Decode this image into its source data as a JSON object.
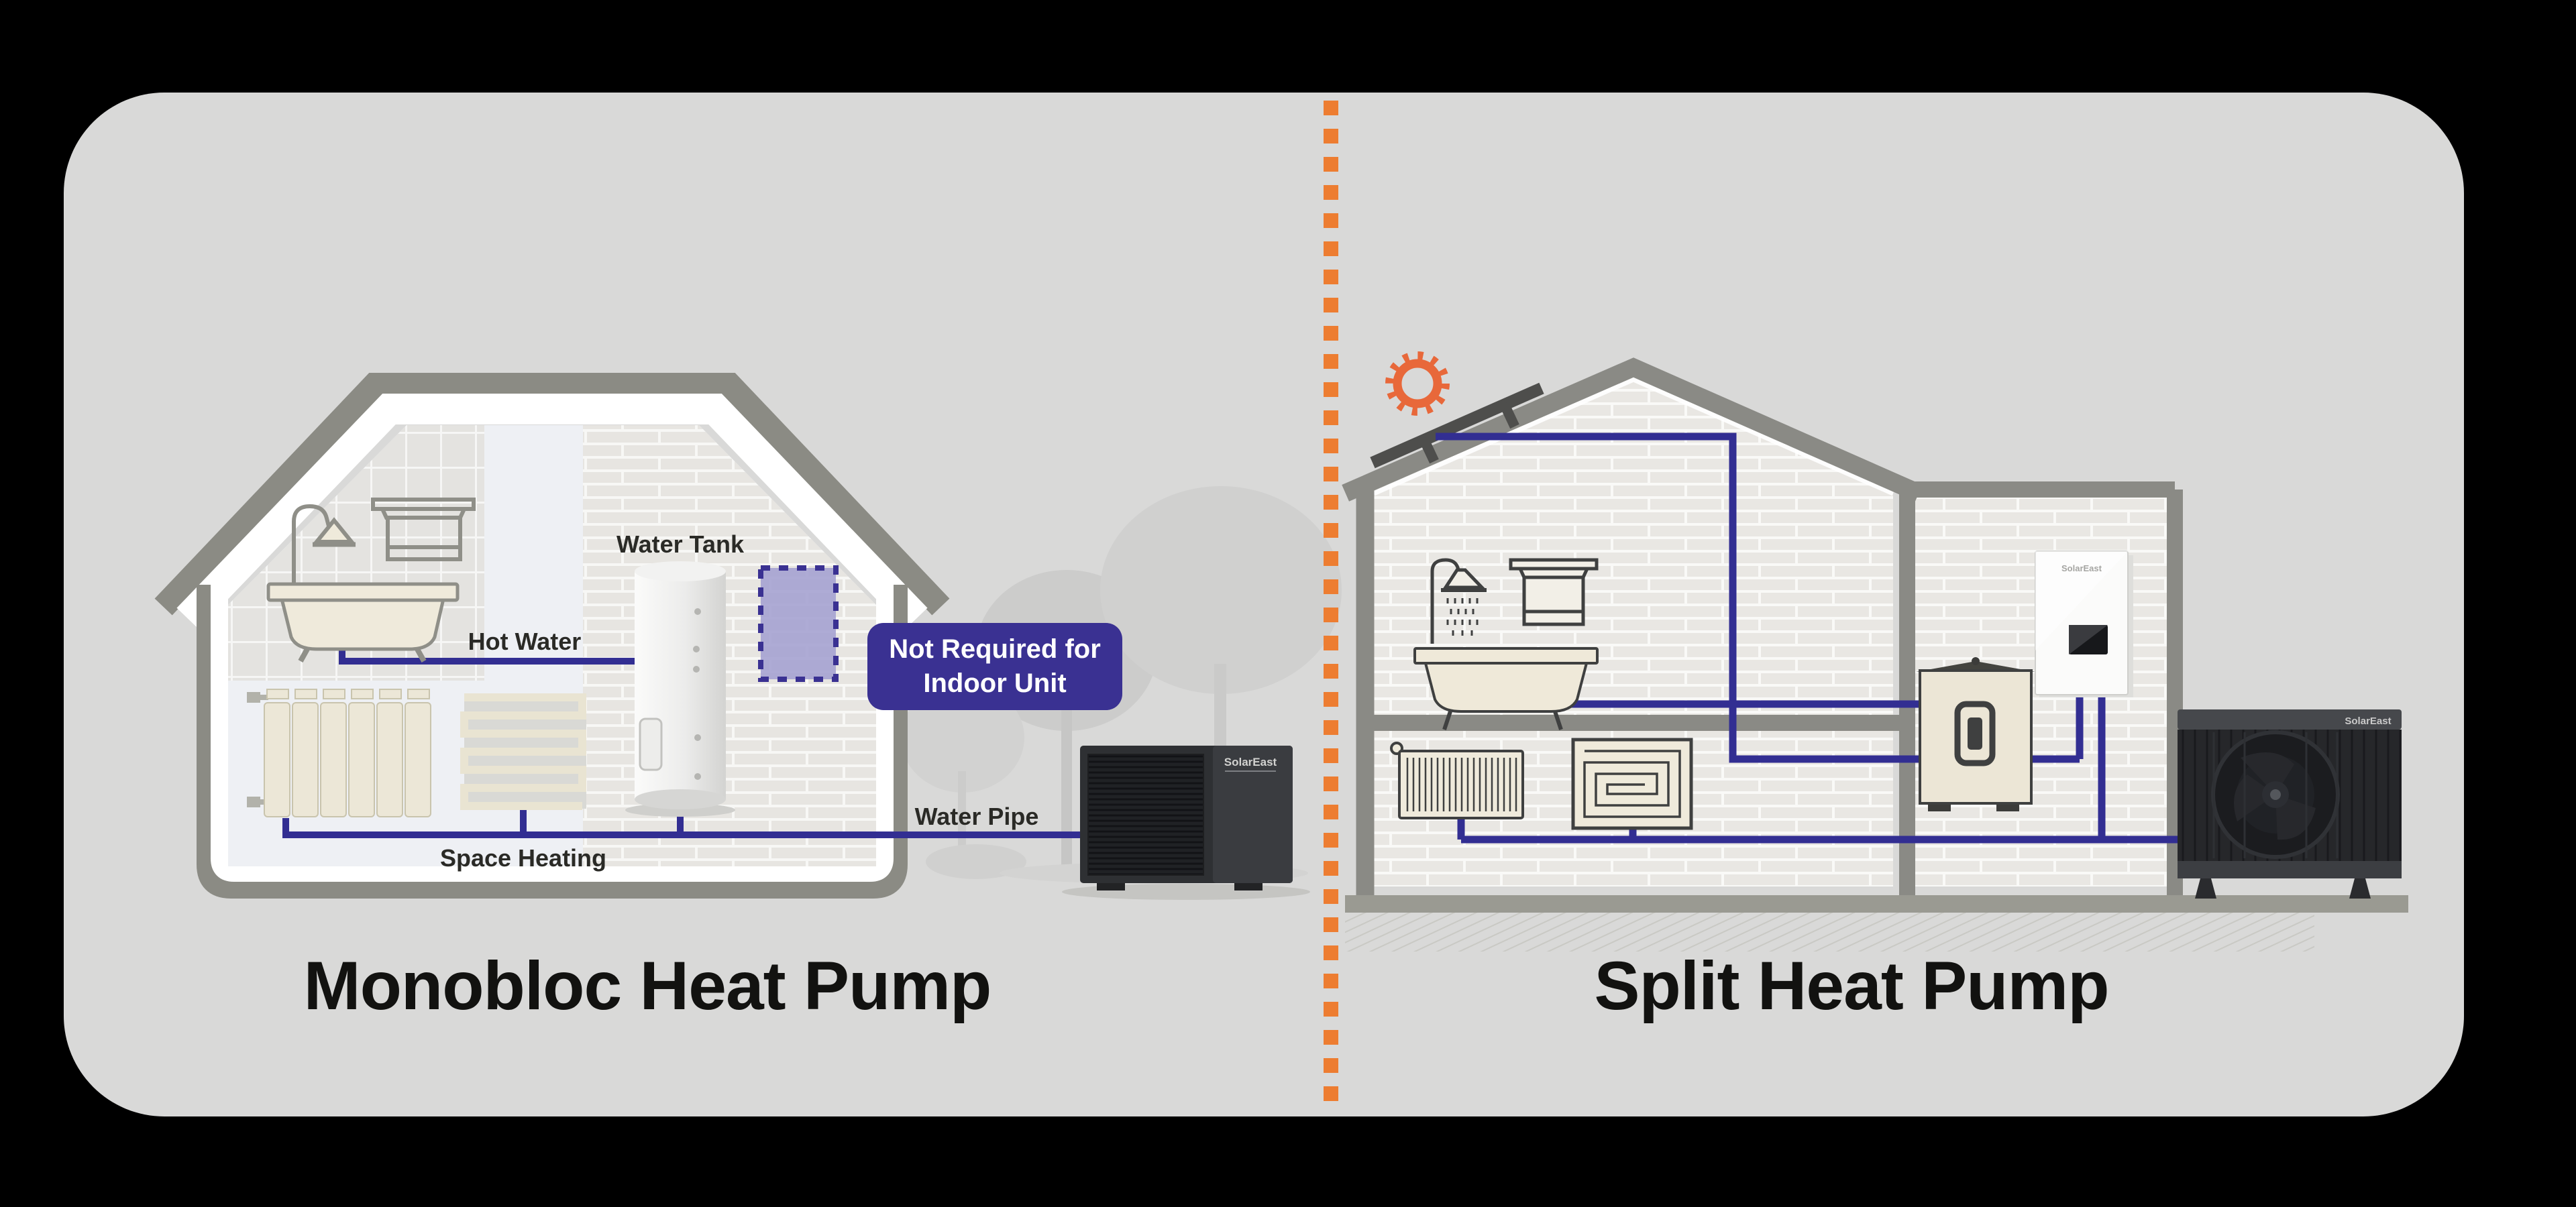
{
  "scene": {
    "background": "#000000",
    "card_bg": "#d9d9d8",
    "divider_color": "#ed7d31",
    "sun_color": "#e8683a",
    "pipe_color": "#322e92",
    "accent_indigo": "#3a3192"
  },
  "monobloc": {
    "title": "Monobloc Heat Pump",
    "labels": {
      "water_tank": "Water Tank",
      "hot_water": "Hot Water",
      "space_heating": "Space Heating",
      "water_pipe": "Water Pipe"
    },
    "badge": {
      "line1": "Not Required for",
      "line2": "Indoor Unit"
    },
    "outdoor_unit_brand": "SolarEast"
  },
  "split": {
    "title": "Split Heat Pump",
    "wall_unit_brand": "SolarEast",
    "outdoor_unit_brand": "SolarEast"
  }
}
